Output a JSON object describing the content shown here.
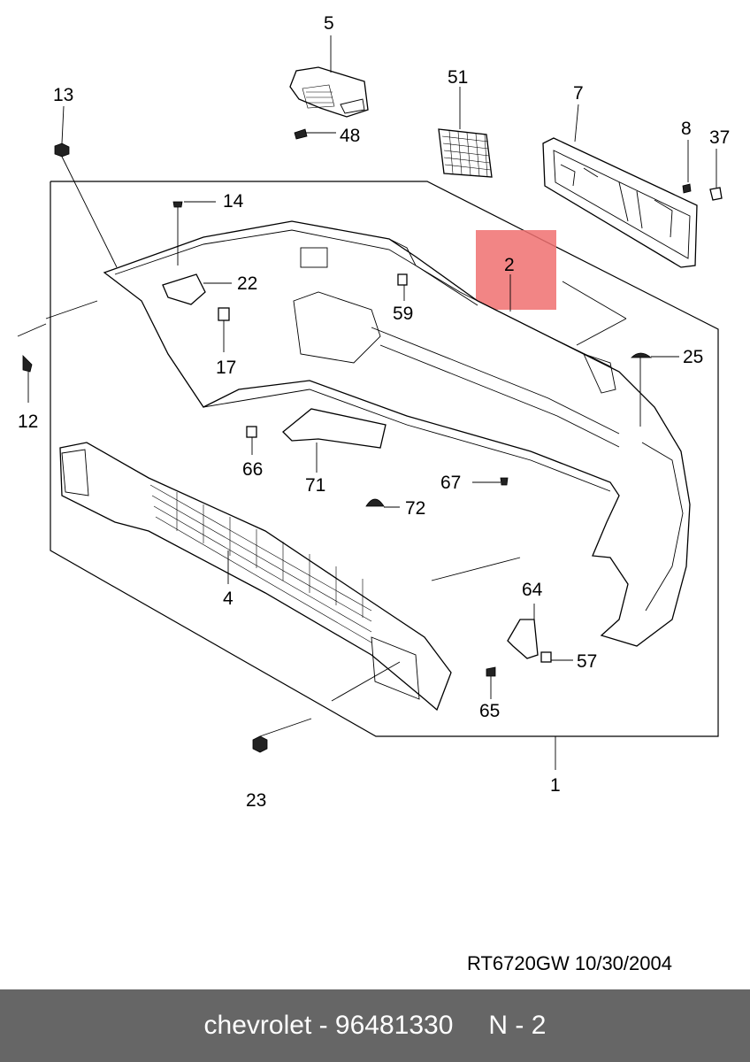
{
  "callouts": [
    {
      "id": "5",
      "label": "5"
    },
    {
      "id": "48",
      "label": "48"
    },
    {
      "id": "51",
      "label": "51"
    },
    {
      "id": "7",
      "label": "7"
    },
    {
      "id": "8",
      "label": "8"
    },
    {
      "id": "37",
      "label": "37"
    },
    {
      "id": "13",
      "label": "13"
    },
    {
      "id": "14",
      "label": "14"
    },
    {
      "id": "22",
      "label": "22"
    },
    {
      "id": "2",
      "label": "2",
      "highlighted": true
    },
    {
      "id": "59",
      "label": "59"
    },
    {
      "id": "17",
      "label": "17"
    },
    {
      "id": "12",
      "label": "12"
    },
    {
      "id": "25",
      "label": "25"
    },
    {
      "id": "66",
      "label": "66"
    },
    {
      "id": "71",
      "label": "71"
    },
    {
      "id": "67",
      "label": "67"
    },
    {
      "id": "72",
      "label": "72"
    },
    {
      "id": "4",
      "label": "4"
    },
    {
      "id": "64",
      "label": "64"
    },
    {
      "id": "57",
      "label": "57"
    },
    {
      "id": "65",
      "label": "65"
    },
    {
      "id": "23",
      "label": "23"
    },
    {
      "id": "1",
      "label": "1"
    }
  ],
  "highlight_color": "#f07070",
  "reference": "RT6720GW  10/30/2004",
  "footer": {
    "brand_part": "chevrolet - 96481330",
    "code": "N - 2"
  },
  "footer_color": "#666666"
}
